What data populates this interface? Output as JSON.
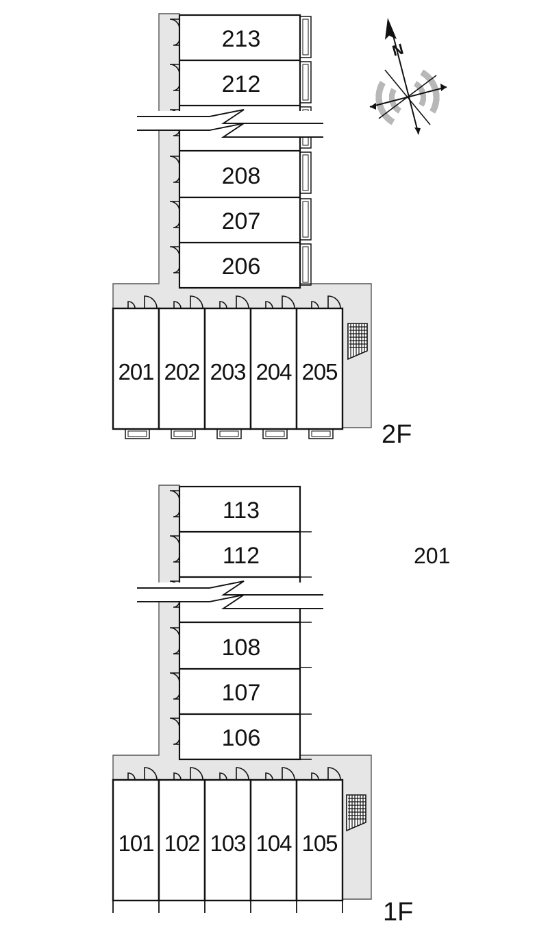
{
  "floors": [
    {
      "label": "2F",
      "wing_units": [
        "213",
        "212",
        "208",
        "207",
        "206"
      ],
      "row_units": [
        "205",
        "204",
        "203",
        "202",
        "201"
      ]
    },
    {
      "label": "1F",
      "wing_units": [
        "113",
        "112",
        "108",
        "107",
        "106"
      ],
      "row_units": [
        "105",
        "104",
        "103",
        "102",
        "101"
      ]
    }
  ],
  "highlighted_unit": "201",
  "colors": {
    "walkway": "#e6e6e6",
    "wall": "#111111",
    "compass_dark": "#555555",
    "compass_light": "#b0b0b0"
  },
  "icons": [
    "compass-icon",
    "north-arrow-icon",
    "staircase-icon",
    "door-icon",
    "break-line-icon",
    "balcony-icon"
  ]
}
